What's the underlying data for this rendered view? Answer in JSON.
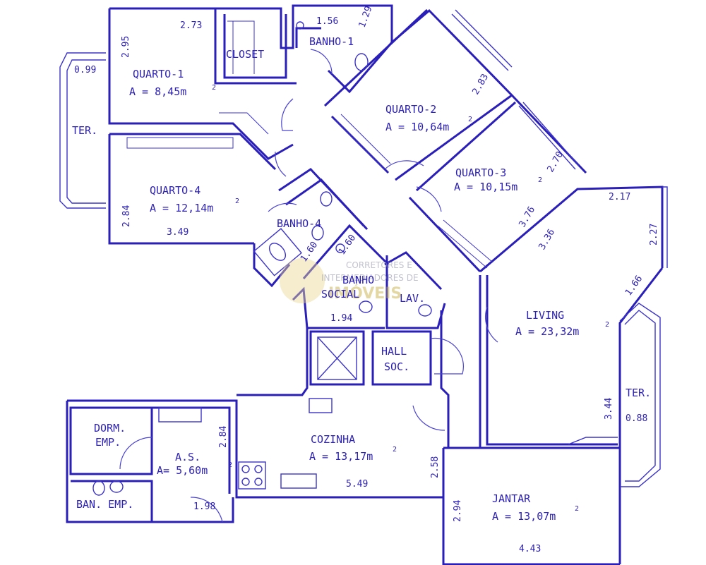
{
  "rooms": [
    {
      "name": "QUARTO-1",
      "area": "A = 8,45m",
      "sup": "2"
    },
    {
      "name": "QUARTO-2",
      "area": "A = 10,64m",
      "sup": "2"
    },
    {
      "name": "QUARTO-3",
      "area": "A = 10,15m",
      "sup": "2"
    },
    {
      "name": "QUARTO-4",
      "area": "A = 12,14m",
      "sup": "2"
    },
    {
      "name": "LIVING",
      "area": "A = 23,32m",
      "sup": "2"
    },
    {
      "name": "COZINHA",
      "area": "A = 13,17m",
      "sup": "2"
    },
    {
      "name": "JANTAR",
      "area": "A = 13,07m",
      "sup": "2"
    },
    {
      "name": "A.S.",
      "area": "A= 5,60m",
      "sup": "2"
    }
  ],
  "labels": {
    "closet": "CLOSET",
    "banho1": "BANHO-1",
    "banho4": "BANHO-4",
    "banho_social_1": "BANHO",
    "banho_social_2": "SOCIAL",
    "lav": "LAV.",
    "hall_1": "HALL",
    "hall_2": "SOC.",
    "dorm_1": "DORM.",
    "dorm_2": "EMP.",
    "ban_emp": "BAN. EMP.",
    "ter_left": "TER.",
    "ter_right": "TER."
  },
  "dimensions": {
    "q1_top": "2.73",
    "q1_left": "2.95",
    "ter_left_w": "0.99",
    "banho1_w": "1.56",
    "banho1_d": "1.29",
    "q2_side": "2.83",
    "q3_side": "2.70",
    "q3_diag": "3.76",
    "q4_left": "2.84",
    "q4_bottom": "3.49",
    "banho4_a": "1.60",
    "banho4_b": "1.60",
    "banho_social_w": "1.94",
    "living_top": "2.17",
    "living_right": "2.27",
    "living_diag": "1.66",
    "living_mid": "3.36",
    "living_low": "3.44",
    "ter_right_w": "0.88",
    "as_side": "2.84",
    "cozinha_side": "2.58",
    "cozinha_bottom": "5.49",
    "as_bottom": "1.98",
    "jantar_side": "2.94",
    "jantar_bottom": "4.43"
  },
  "watermark": {
    "line1": "CORRETORES E",
    "line2": "INTERMEDIADORES DE",
    "line3": "IMÓVEIS"
  }
}
